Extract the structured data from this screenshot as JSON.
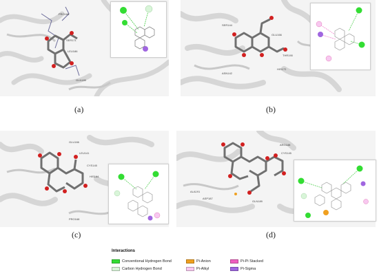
{
  "figure": {
    "captions": [
      "(a)",
      "(b)",
      "(c)",
      "(d)"
    ]
  },
  "legend": {
    "title": "Interactions",
    "items": [
      {
        "label": "Conventional Hydrogen Bond",
        "color": "#33dd33"
      },
      {
        "label": "Carbon Hydrogen Bond",
        "color": "#d9f5d9"
      },
      {
        "label": "Pi-Anion",
        "color": "#f0a020"
      },
      {
        "label": "Pi-Alkyl",
        "color": "#f8c8f0"
      },
      {
        "label": "Pi-Pi Stacked",
        "color": "#f060c0"
      },
      {
        "label": "Pi-Sigma",
        "color": "#a066e0"
      }
    ]
  },
  "colors": {
    "protein": "#e2e2e2",
    "ligand_carbon": "#6a6a6a",
    "ligand_oxygen": "#d22020",
    "hbond_line": "#44cc44",
    "residue_label": "#444444"
  },
  "icons": [
    "protein-ribbon",
    "ligand-stick-model",
    "interaction-2d-diagram"
  ]
}
